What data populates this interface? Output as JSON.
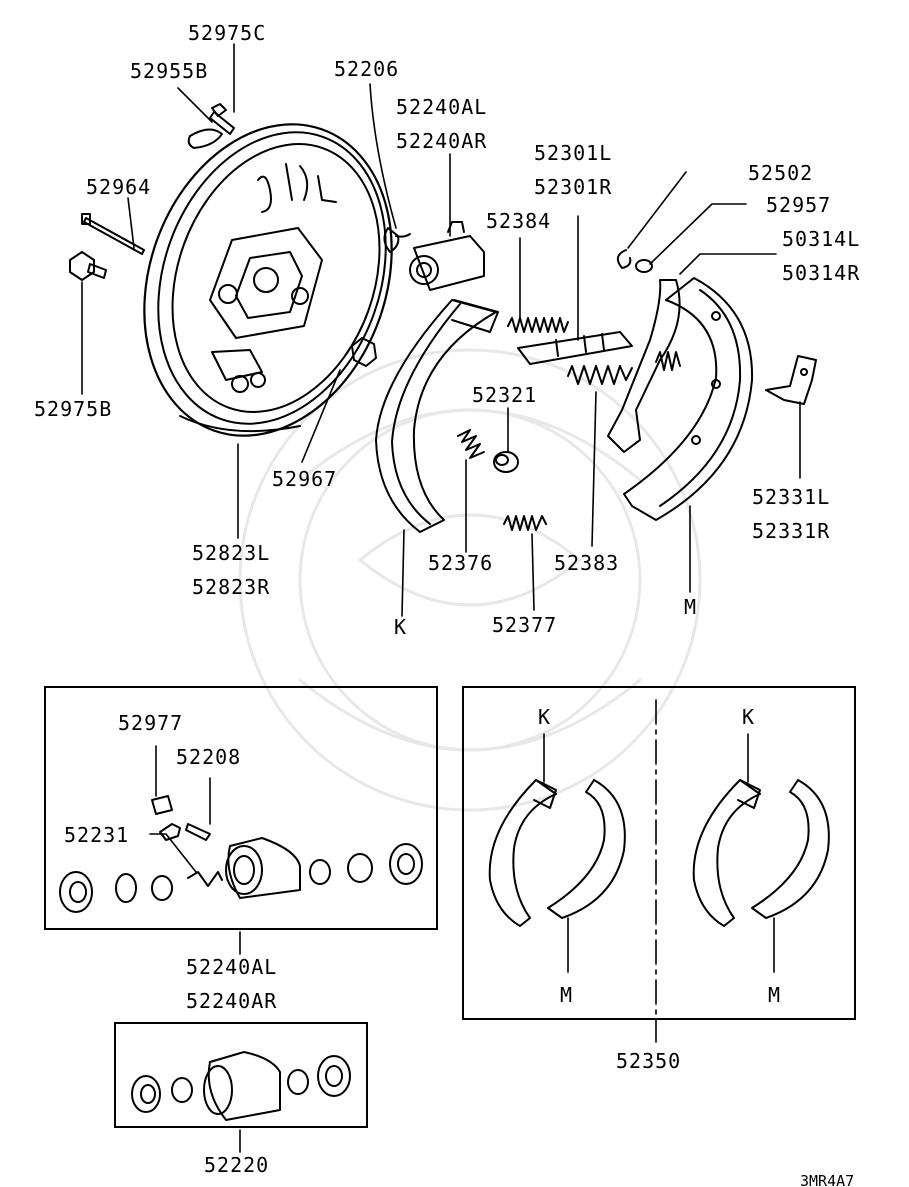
{
  "labels": {
    "p52975C": "52975C",
    "p52955B": "52955B",
    "p52206": "52206",
    "p52240AL_top": "52240AL",
    "p52240AR_top": "52240AR",
    "p52301L": "52301L",
    "p52301R": "52301R",
    "p52502": "52502",
    "p52957": "52957",
    "p50314L": "50314L",
    "p50314R": "50314R",
    "p52964": "52964",
    "p52384": "52384",
    "p52975B": "52975B",
    "p52321": "52321",
    "p52967": "52967",
    "p52331L": "52331L",
    "p52331R": "52331R",
    "p52823L": "52823L",
    "p52823R": "52823R",
    "p52376": "52376",
    "p52383": "52383",
    "k_main": "K",
    "p52377": "52377",
    "m_main": "M",
    "p52977": "52977",
    "p52208": "52208",
    "p52231": "52231",
    "p52240AL_bot": "52240AL",
    "p52240AR_bot": "52240AR",
    "k_kit1": "K",
    "k_kit2": "K",
    "m_kit1": "M",
    "m_kit2": "M",
    "p52350": "52350",
    "p52220": "52220",
    "ref_code": "3MR4A7"
  }
}
